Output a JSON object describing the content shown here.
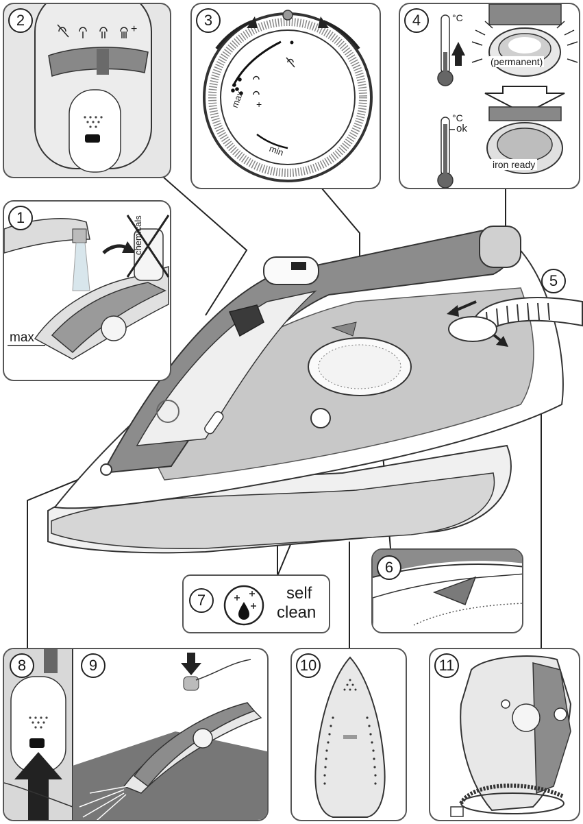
{
  "steps": {
    "s1": "1",
    "s2": "2",
    "s3": "3",
    "s4": "4",
    "s5": "5",
    "s6": "6",
    "s7": "7",
    "s8": "8",
    "s9": "9",
    "s10": "10",
    "s11": "11"
  },
  "panel1": {
    "max_label": "max",
    "bottle_label": "chemicals"
  },
  "panel3": {
    "dial_max": "max",
    "dial_min": "min",
    "dial_plus": "+"
  },
  "panel2": {
    "plus": "+"
  },
  "panel4": {
    "degc_top": "°C",
    "degc_bottom": "°C",
    "ok": "ok",
    "permanent": "(permanent)",
    "iron_ready": "iron ready"
  },
  "panel7": {
    "self": "self",
    "clean": "clean"
  }
}
